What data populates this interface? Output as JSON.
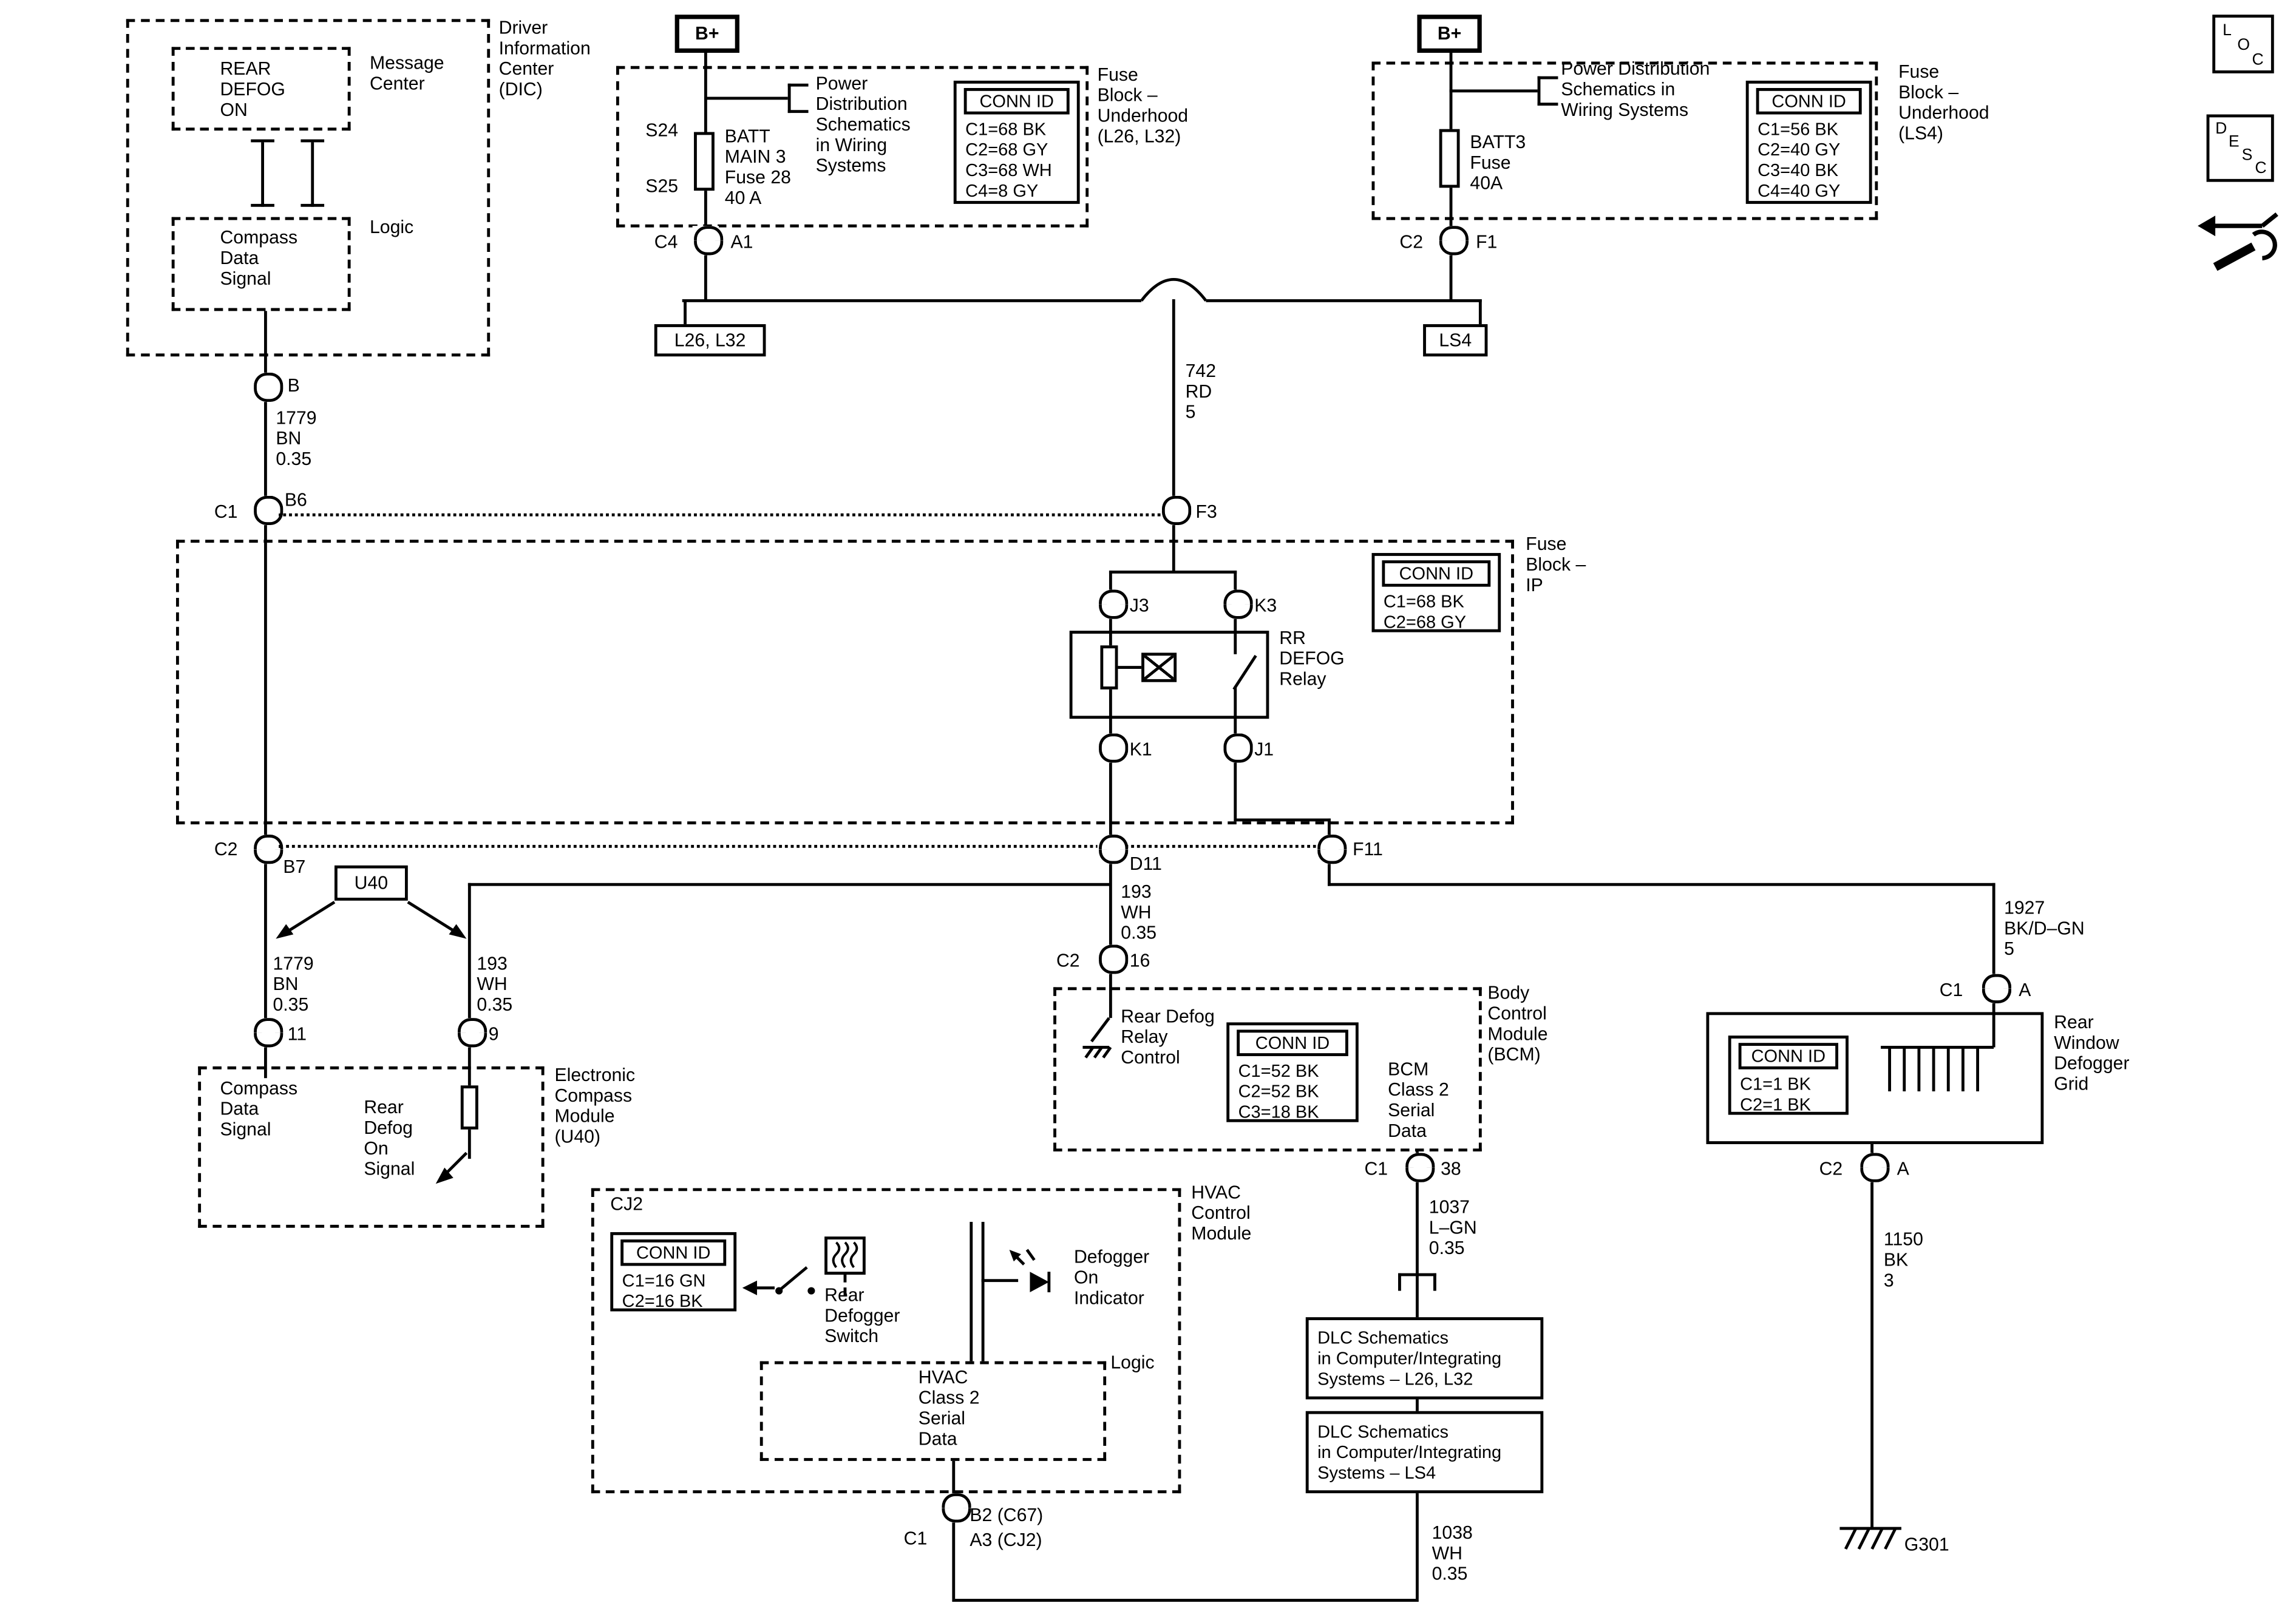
{
  "nav_icons": {
    "loc_letters": [
      "L",
      "O",
      "C"
    ],
    "desc_letters": [
      "D",
      "E",
      "S",
      "C"
    ]
  },
  "dic": {
    "title": "Driver\nInformation\nCenter\n(DIC)",
    "message_center": "Message\nCenter",
    "rear_defog_on": "REAR\nDEFOG\nON",
    "logic": "Logic",
    "compass_data_signal": "Compass\nData\nSignal",
    "pin_b": "B",
    "wire_1779": "1779\nBN\n0.35",
    "conn_c1": "C1",
    "pin_b6": "B6"
  },
  "underhood_left": {
    "bplus": "B+",
    "s24": "S24",
    "s25": "S25",
    "fuse": "BATT\nMAIN 3\nFuse 28\n40 A",
    "power_dist": "Power\nDistribution\nSchematics\nin Wiring\nSystems",
    "conn_id_title": "CONN ID",
    "conn_id_rows": "C1=68 BK\nC2=68 GY\nC3=68 WH\nC4=8 GY",
    "block_label": "Fuse\nBlock –\nUnderhood\n(L26, L32)",
    "conn_c4": "C4",
    "pin_a1": "A1",
    "bus_tag": "L26, L32"
  },
  "underhood_right": {
    "bplus": "B+",
    "fuse": "BATT3\nFuse\n40A",
    "power_dist": "Power Distribution\nSchematics in\nWiring Systems",
    "conn_id_title": "CONN ID",
    "conn_id_rows": "C1=56 BK\nC2=40 GY\nC3=40 BK\nC4=40 GY",
    "block_label": "Fuse\nBlock –\nUnderhood\n(LS4)",
    "conn_c2": "C2",
    "pin_f1": "F1",
    "bus_tag": "LS4"
  },
  "bus": {
    "wire_742": "742\nRD\n5",
    "pin_f3": "F3"
  },
  "fuse_block_ip": {
    "pin_j3": "J3",
    "pin_k3": "K3",
    "pin_k1": "K1",
    "pin_j1": "J1",
    "relay": "RR\nDEFOG\nRelay",
    "conn_id_title": "CONN ID",
    "conn_id_rows": "C1=68 BK\nC2=68 GY",
    "block_label": "Fuse\nBlock –\nIP",
    "conn_c2": "C2",
    "pin_b7": "B7",
    "pin_d11": "D11",
    "pin_f11": "F11"
  },
  "compass": {
    "u40": "U40",
    "wire_1779": "1779\nBN\n0.35",
    "pin_11": "11",
    "wire_193": "193\nWH\n0.35",
    "pin_9": "9",
    "compass_data_signal": "Compass\nData\nSignal",
    "rear_defog_on_signal": "Rear\nDefog\nOn\nSignal",
    "module_label": "Electronic\nCompass\nModule\n(U40)"
  },
  "bcm": {
    "wire_193": "193\nWH\n0.35",
    "conn_c2": "C2",
    "pin_16": "16",
    "relay_control": "Rear Defog\nRelay\nControl",
    "conn_id_title": "CONN ID",
    "conn_id_rows": "C1=52 BK\nC2=52 BK\nC3=18 BK",
    "module_label": "Body\nControl\nModule\n(BCM)",
    "serial_data": "BCM\nClass 2\nSerial\nData",
    "conn_c1": "C1",
    "pin_38": "38",
    "wire_1037": "1037\nL–GN\n0.35",
    "dlc_ref_1": "DLC Schematics\nin Computer/Integrating\nSystems – L26, L32",
    "dlc_ref_2": "DLC Schematics\nin Computer/Integrating\nSystems – LS4",
    "wire_1038": "1038\nWH\n0.35"
  },
  "hvac": {
    "cj2": "CJ2",
    "conn_id_title": "CONN ID",
    "conn_id_rows": "C1=16 GN\nC2=16 BK",
    "switch_label": "Rear\nDefogger\nSwitch",
    "indicator_label": "Defogger\nOn\nIndicator",
    "logic": "Logic",
    "serial_data": "HVAC\nClass 2\nSerial\nData",
    "module_label": "HVAC\nControl\nModule",
    "conn_c1": "C1",
    "pin_b2": "B2 (C67)",
    "pin_a3": "A3 (CJ2)"
  },
  "grid": {
    "wire_1927": "1927\nBK/D–GN\n5",
    "conn_c1": "C1",
    "pin_a_top": "A",
    "conn_id_title": "CONN ID",
    "conn_id_rows": "C1=1 BK\nC2=1 BK",
    "label": "Rear\nWindow\nDefogger\nGrid",
    "conn_c2": "C2",
    "pin_a_bottom": "A",
    "wire_1150": "1150\nBK\n3",
    "ground": "G301"
  }
}
